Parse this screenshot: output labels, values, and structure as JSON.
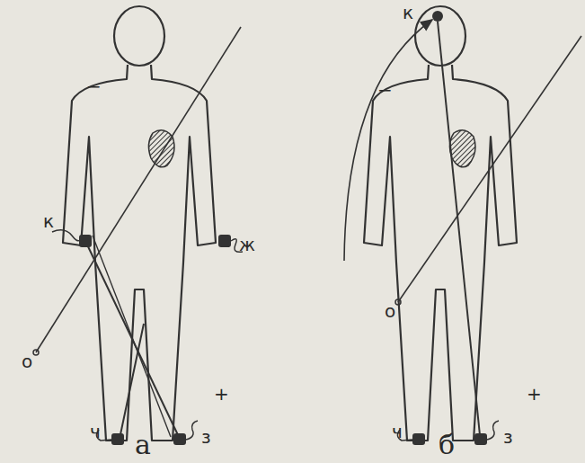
{
  "diagram": {
    "labels": [
      "−",
      "к",
      "ж",
      "+",
      "ч",
      "з",
      "о",
      "а",
      "к",
      "−",
      "+",
      "о",
      "ч",
      "з",
      "б"
    ]
  }
}
